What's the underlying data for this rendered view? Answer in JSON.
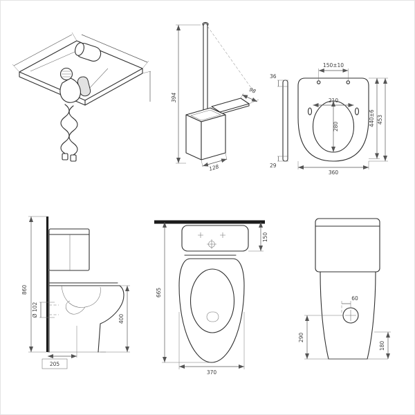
{
  "page": {
    "background": "#ffffff"
  },
  "colors": {
    "line": "#2f2f2f",
    "dim": "#555555",
    "label": "#3c3c3c"
  },
  "brush_view": {
    "height": "394",
    "base_width": "128",
    "base_depth": "98"
  },
  "seat_view": {
    "hinge_spacing": "150±10",
    "rear_thickness": "36",
    "front_thickness": "29",
    "opening_width": "210",
    "opening_length": "280",
    "fixing_length": "440±6",
    "total_length": "453",
    "total_width": "360"
  },
  "side_view": {
    "total_height": "860",
    "outlet_diameter": "Ø 102",
    "rim_height": "400",
    "setout": "205"
  },
  "plan_view": {
    "cistern_depth": "150",
    "total_depth": "665",
    "bowl_width": "370"
  },
  "rear_view": {
    "inlet_offset": "60",
    "inlet_height": "290",
    "outlet_height": "180"
  }
}
